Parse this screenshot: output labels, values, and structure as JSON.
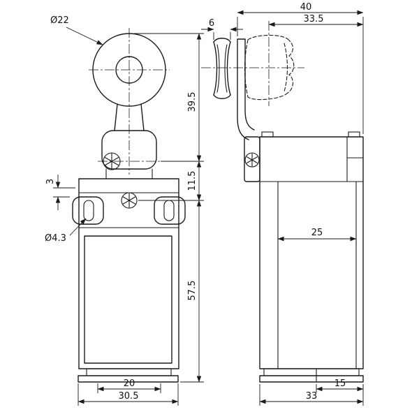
{
  "style": {
    "background": "#ffffff",
    "line_color": "#1a1a1a"
  },
  "front_view": {
    "dimensions": {
      "roller_diameter": "Ø22",
      "roller_center_height": "39.5",
      "pivot_offset": "11.5",
      "mount_slot_offset": "3",
      "mount_hole_diameter": "Ø4.3",
      "body_height": "57.5",
      "mount_hole_spacing": "20",
      "body_width": "30.5"
    }
  },
  "side_view": {
    "dimensions": {
      "overall_depth": "40",
      "roller_plane_depth": "33.5",
      "roller_width": "6",
      "cover_depth": "25",
      "base_step_depth": "15",
      "body_depth": "33"
    }
  }
}
